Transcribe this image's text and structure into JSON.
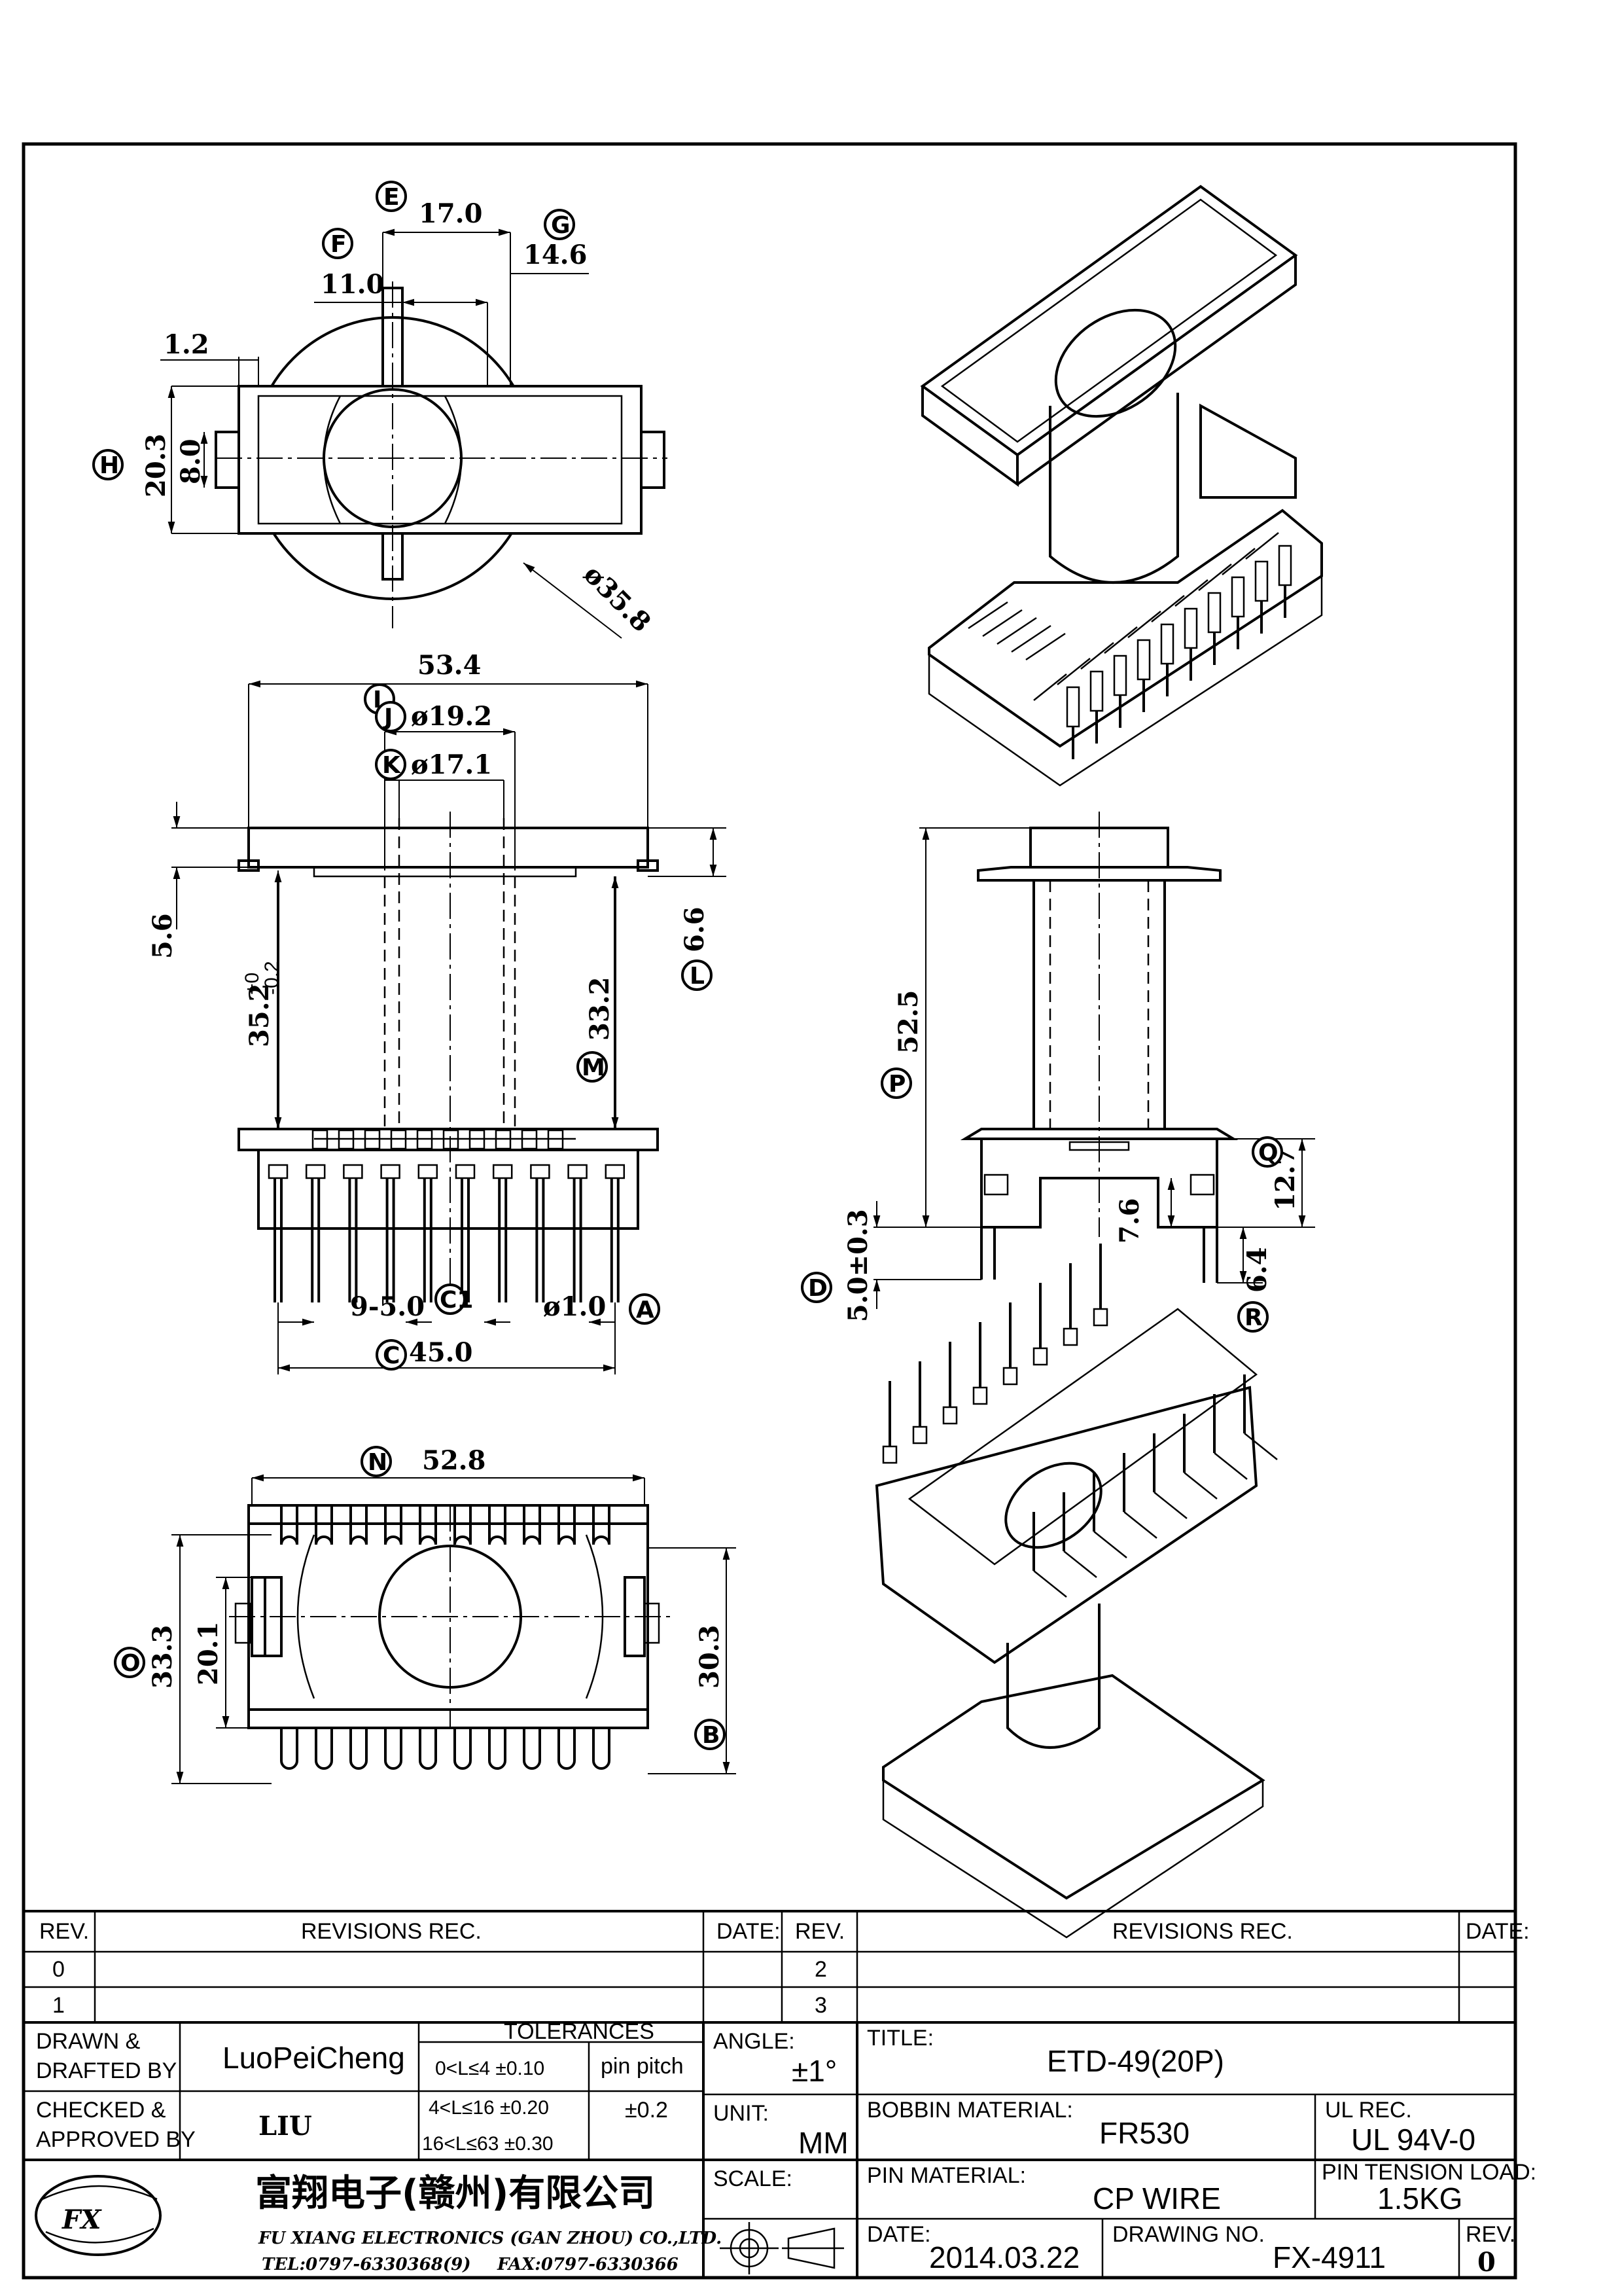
{
  "dims": {
    "top_17": "17.0",
    "top_11": "11.0",
    "top_14_6": "14.6",
    "top_1_2": "1.2",
    "top_20_3": "20.3",
    "top_8": "8.0",
    "top_d35_8": "ø35.8",
    "front_53_4": "53.4",
    "front_d19_2": "ø19.2",
    "front_d17_1": "ø17.1",
    "front_5_6": "5.6",
    "front_35_2": "35.2",
    "front_35_2_tol_up": "+0",
    "front_35_2_tol_dn": "-0.2",
    "front_33_2": "33.2",
    "front_6_6": "6.6",
    "front_pitch": "9-5.0",
    "front_pin": "ø1.0",
    "front_45": "45.0",
    "side_52_5": "52.5",
    "side_12_7": "12.7",
    "side_7_6": "7.6",
    "side_6_4": "6.4",
    "side_5_0": "5.0±0.3",
    "bot_52_8": "52.8",
    "bot_33_3": "33.3",
    "bot_20_1": "20.1",
    "bot_30_3": "30.3"
  },
  "labels": {
    "E": "E",
    "F": "F",
    "G": "G",
    "H": "H",
    "I": "I",
    "J": "J",
    "K": "K",
    "L": "L",
    "M": "M",
    "A": "A",
    "C": "C",
    "C1": "C1",
    "P": "P",
    "Q": "Q",
    "R": "R",
    "D": "D",
    "N": "N",
    "O": "O",
    "B": "B"
  },
  "title_block": {
    "rev_header": "REV.",
    "revisions_header": "REVISIONS   REC.",
    "date_header": "DATE:",
    "rev_rows": [
      "0",
      "1"
    ],
    "rev_rows_right": [
      "2",
      "3"
    ],
    "drawn_label_1": "DRAWN &",
    "drawn_label_2": "DRAFTED BY",
    "drawn_value": "LuoPeiCheng",
    "checked_label_1": "CHECKED &",
    "checked_label_2": "APPROVED BY",
    "checked_value": "LIU",
    "tolerances_label": "TOLERANCES",
    "tol_1": "0<L≤4   ±0.10",
    "tol_2": "4<L≤16  ±0.20",
    "tol_3": "16<L≤63  ±0.30",
    "pin_pitch_label": "pin pitch",
    "pin_pitch_value": "±0.2",
    "angle_label": "ANGLE:",
    "angle_value": "±1°",
    "unit_label": "UNIT:",
    "unit_value": "MM",
    "scale_label": "SCALE:",
    "title_label": "TITLE:",
    "title_value": "ETD-49(20P)",
    "bobbin_label": "BOBBIN MATERIAL:",
    "bobbin_value": "FR530",
    "ul_label": "UL REC.",
    "ul_value": "UL 94V-0",
    "pin_label": "PIN MATERIAL:",
    "pin_value": "CP WIRE",
    "tension_label": "PIN TENSION LOAD:",
    "tension_value": "1.5KG",
    "date_label": "DATE:",
    "date_value": "2014.03.22",
    "drawing_no_label": "DRAWING NO.",
    "drawing_no_value": "FX-4911",
    "rev_label": "REV.",
    "rev_value": "0",
    "company_cn": "富翔电子(赣州)有限公司",
    "company_en": "FU XIANG ELECTRONICS (GAN ZHOU) CO.,LTD.",
    "company_tel": "TEL:0797-6330368(9)",
    "company_fax": "FAX:0797-6330366",
    "logo_text": "FX"
  }
}
